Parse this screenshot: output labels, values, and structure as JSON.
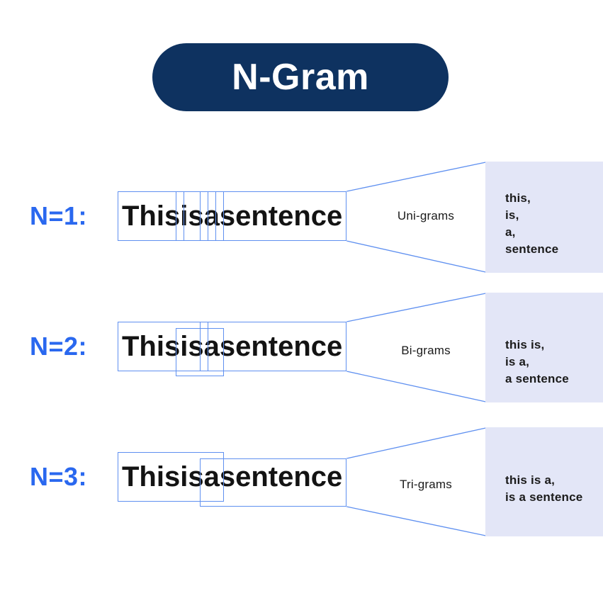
{
  "title": "N-Gram",
  "colors": {
    "pill_bg": "#0e3260",
    "accent_blue": "#2a68ef",
    "box_border": "#5f90f0",
    "panel_bg": "#e3e6f7",
    "text_dark": "#131313"
  },
  "rows": [
    {
      "label": "N=1:",
      "sentence": "This is a sentence",
      "gram_label": "Uni-grams",
      "boxes": [
        {
          "from": 0,
          "to": 0,
          "offset": false
        },
        {
          "from": 1,
          "to": 1,
          "offset": false
        },
        {
          "from": 2,
          "to": 2,
          "offset": false
        },
        {
          "from": 3,
          "to": 3,
          "offset": false
        }
      ],
      "outputs": [
        "this,",
        "is,",
        "a,",
        "sentence"
      ]
    },
    {
      "label": "N=2:",
      "sentence": "This is a sentence",
      "gram_label": "Bi-grams",
      "boxes": [
        {
          "from": 0,
          "to": 1,
          "offset": false
        },
        {
          "from": 2,
          "to": 3,
          "offset": false
        },
        {
          "from": 1,
          "to": 2,
          "offset": true
        }
      ],
      "outputs": [
        "this is,",
        "is a,",
        "a sentence"
      ]
    },
    {
      "label": "N=3:",
      "sentence": "This is a sentence",
      "gram_label": "Tri-grams",
      "boxes": [
        {
          "from": 0,
          "to": 2,
          "offset": false
        },
        {
          "from": 2,
          "to": 3,
          "offset": true
        }
      ],
      "outputs": [
        "this is a,",
        "is a sentence"
      ]
    }
  ]
}
